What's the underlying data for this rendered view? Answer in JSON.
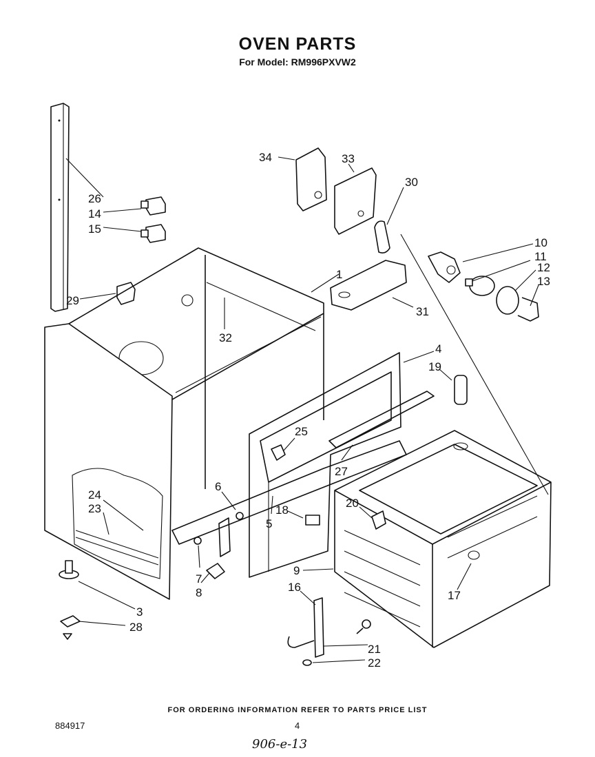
{
  "header": {
    "title": "OVEN PARTS",
    "model_line": "For Model: RM996PXVW2"
  },
  "footer": {
    "ordering_note": "FOR ORDERING INFORMATION REFER TO PARTS PRICE LIST",
    "catalog_number": "884917",
    "page_number": "4",
    "handwritten_note": "906-e-13"
  },
  "part_labels": [
    {
      "id": "34",
      "text": "34"
    },
    {
      "id": "33",
      "text": "33"
    },
    {
      "id": "30",
      "text": "30"
    },
    {
      "id": "26",
      "text": "26"
    },
    {
      "id": "14",
      "text": "14"
    },
    {
      "id": "15",
      "text": "15"
    },
    {
      "id": "10",
      "text": "10"
    },
    {
      "id": "11",
      "text": "11"
    },
    {
      "id": "12",
      "text": "12"
    },
    {
      "id": "13",
      "text": "13"
    },
    {
      "id": "1",
      "text": "1"
    },
    {
      "id": "29",
      "text": "29"
    },
    {
      "id": "31",
      "text": "31"
    },
    {
      "id": "32",
      "text": "32"
    },
    {
      "id": "4",
      "text": "4"
    },
    {
      "id": "19",
      "text": "19"
    },
    {
      "id": "25",
      "text": "25"
    },
    {
      "id": "27",
      "text": "27"
    },
    {
      "id": "6",
      "text": "6"
    },
    {
      "id": "24",
      "text": "24"
    },
    {
      "id": "23",
      "text": "23"
    },
    {
      "id": "18",
      "text": "18"
    },
    {
      "id": "5",
      "text": "5"
    },
    {
      "id": "20",
      "text": "20"
    },
    {
      "id": "7",
      "text": "7"
    },
    {
      "id": "8",
      "text": "8"
    },
    {
      "id": "9",
      "text": "9"
    },
    {
      "id": "16",
      "text": "16"
    },
    {
      "id": "17",
      "text": "17"
    },
    {
      "id": "3",
      "text": "3"
    },
    {
      "id": "28",
      "text": "28"
    },
    {
      "id": "21",
      "text": "21"
    },
    {
      "id": "22",
      "text": "22"
    }
  ]
}
